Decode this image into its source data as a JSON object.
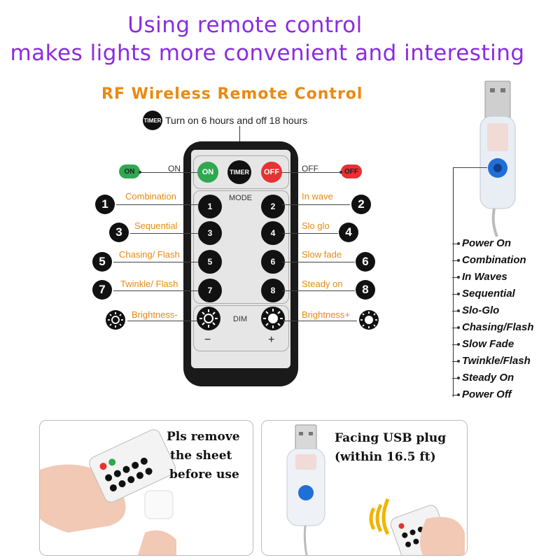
{
  "headline": {
    "line1": "Using remote control",
    "line2": "makes lights more convenient and interesting"
  },
  "remote_section": {
    "title": "RF Wireless Remote Control",
    "timer_badge": "TIMER",
    "timer_note": "Turn on 6 hours and off 18 hours",
    "buttons": {
      "on": "ON",
      "timer": "TIMER",
      "off": "OFF",
      "mode_label": "MODE",
      "dim_label": "DIM",
      "minus": "−",
      "plus": "+"
    },
    "outer": {
      "on_badge": "ON",
      "on_label": "ON",
      "off_label": "OFF",
      "off_badge": "OFF"
    },
    "left_labels": [
      "Combination",
      "Sequential",
      "Chasing/ Flash",
      "Twinkle/ Flash",
      "Brightness-"
    ],
    "right_labels": [
      "In wave",
      "Slo glo",
      "Slow fade",
      "Steady on",
      "Brightness+"
    ],
    "left_numbers": [
      "1",
      "3",
      "5",
      "7"
    ],
    "right_numbers": [
      "2",
      "4",
      "6",
      "8"
    ],
    "key_numbers": [
      "1",
      "2",
      "3",
      "4",
      "5",
      "6",
      "7",
      "8"
    ]
  },
  "usb_menu": {
    "items": [
      "Power On",
      "Combination",
      "In Waves",
      "Sequential",
      "Slo-Glo",
      "Chasing/Flash",
      "Slow Fade",
      "Twinkle/Flash",
      "Steady On",
      "Power Off"
    ]
  },
  "cards": {
    "left_text": [
      "Pls remove",
      "the sheet",
      "before use"
    ],
    "right_text": [
      "Facing USB plug",
      "(within 16.5 ft)"
    ]
  },
  "colors": {
    "headline": "#8a2be2",
    "label_orange": "#e88a12",
    "on_green": "#2fa84f",
    "off_red": "#e53232",
    "usb_button_blue": "#1f6fd6"
  },
  "icons": [
    "sun-icon",
    "usb-plug-icon",
    "hand-icon",
    "signal-icon"
  ]
}
